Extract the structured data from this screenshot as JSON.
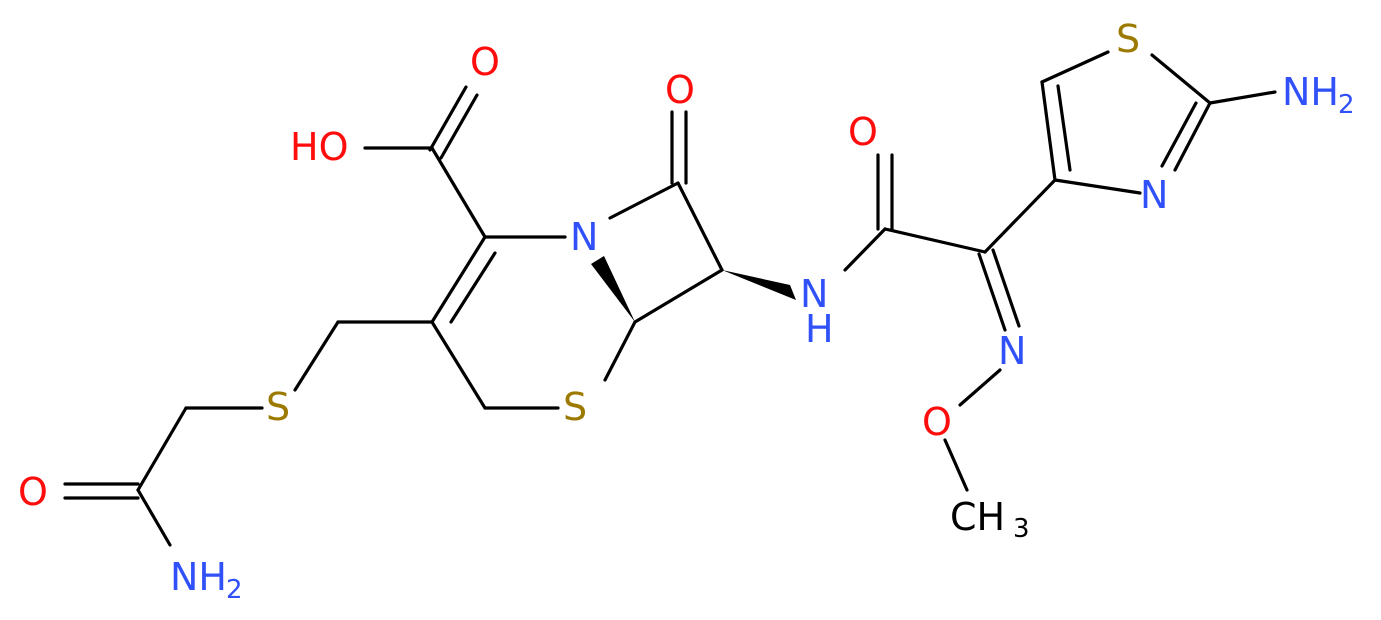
{
  "colors": {
    "bond": "#000000",
    "O": "#ff0d0d",
    "N": "#3050f8",
    "S": "#9c7a00",
    "C": "#000000"
  },
  "labels": {
    "carboxyl_o": "O",
    "carboxyl_oh": "HO",
    "lactam_o": "O",
    "ring_n": "N",
    "ring_s": "S",
    "thioether_s": "S",
    "amide_o": "O",
    "amide_nh2": "NH",
    "amide_nh2_sub": "2",
    "linker_nh": "N",
    "linker_h": "H",
    "keto_o": "O",
    "oxime_n": "N",
    "methoxy_o": "O",
    "methyl": "CH",
    "methyl_sub": "3",
    "thiazole_s": "S",
    "thiazole_n": "N",
    "thiazole_nh2": "NH",
    "thiazole_nh2_sub": "2"
  }
}
